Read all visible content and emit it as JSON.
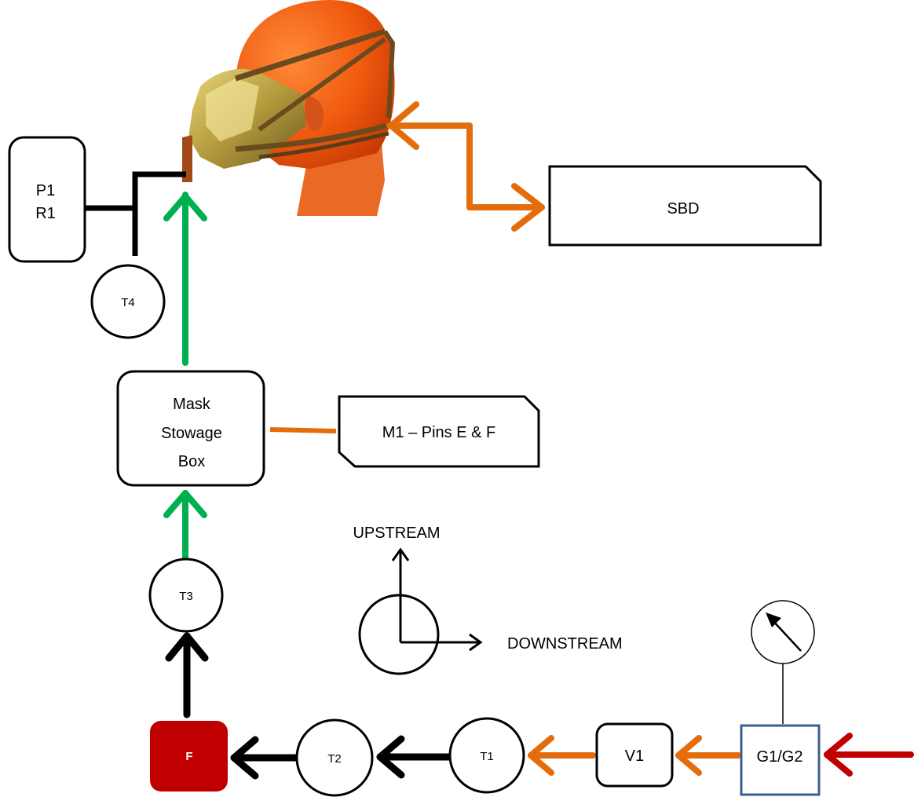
{
  "components": {
    "p1r1": {
      "line1": "P1",
      "line2": "R1"
    },
    "sbd": "SBD",
    "t4": "T4",
    "mask_stowage_box": {
      "line1": "Mask",
      "line2": "Stowage",
      "line3": "Box"
    },
    "m1_pins": "M1 – Pins E & F",
    "t3": "T3",
    "filter": "F",
    "t2": "T2",
    "t1": "T1",
    "v1": "V1",
    "g1g2": "G1/G2"
  },
  "legend": {
    "upstream": "UPSTREAM",
    "downstream": "DOWNSTREAM"
  },
  "colors": {
    "green_flow": "#00b050",
    "orange_line": "#e46c0a",
    "red_inlet": "#c00000",
    "filter_fill": "#c00000",
    "gauge_border": "#3b5f8a",
    "black_line": "#000000"
  },
  "icons": {
    "head": "mannequin-head-with-oxygen-mask",
    "gauge": "pressure-gauge-icon"
  }
}
